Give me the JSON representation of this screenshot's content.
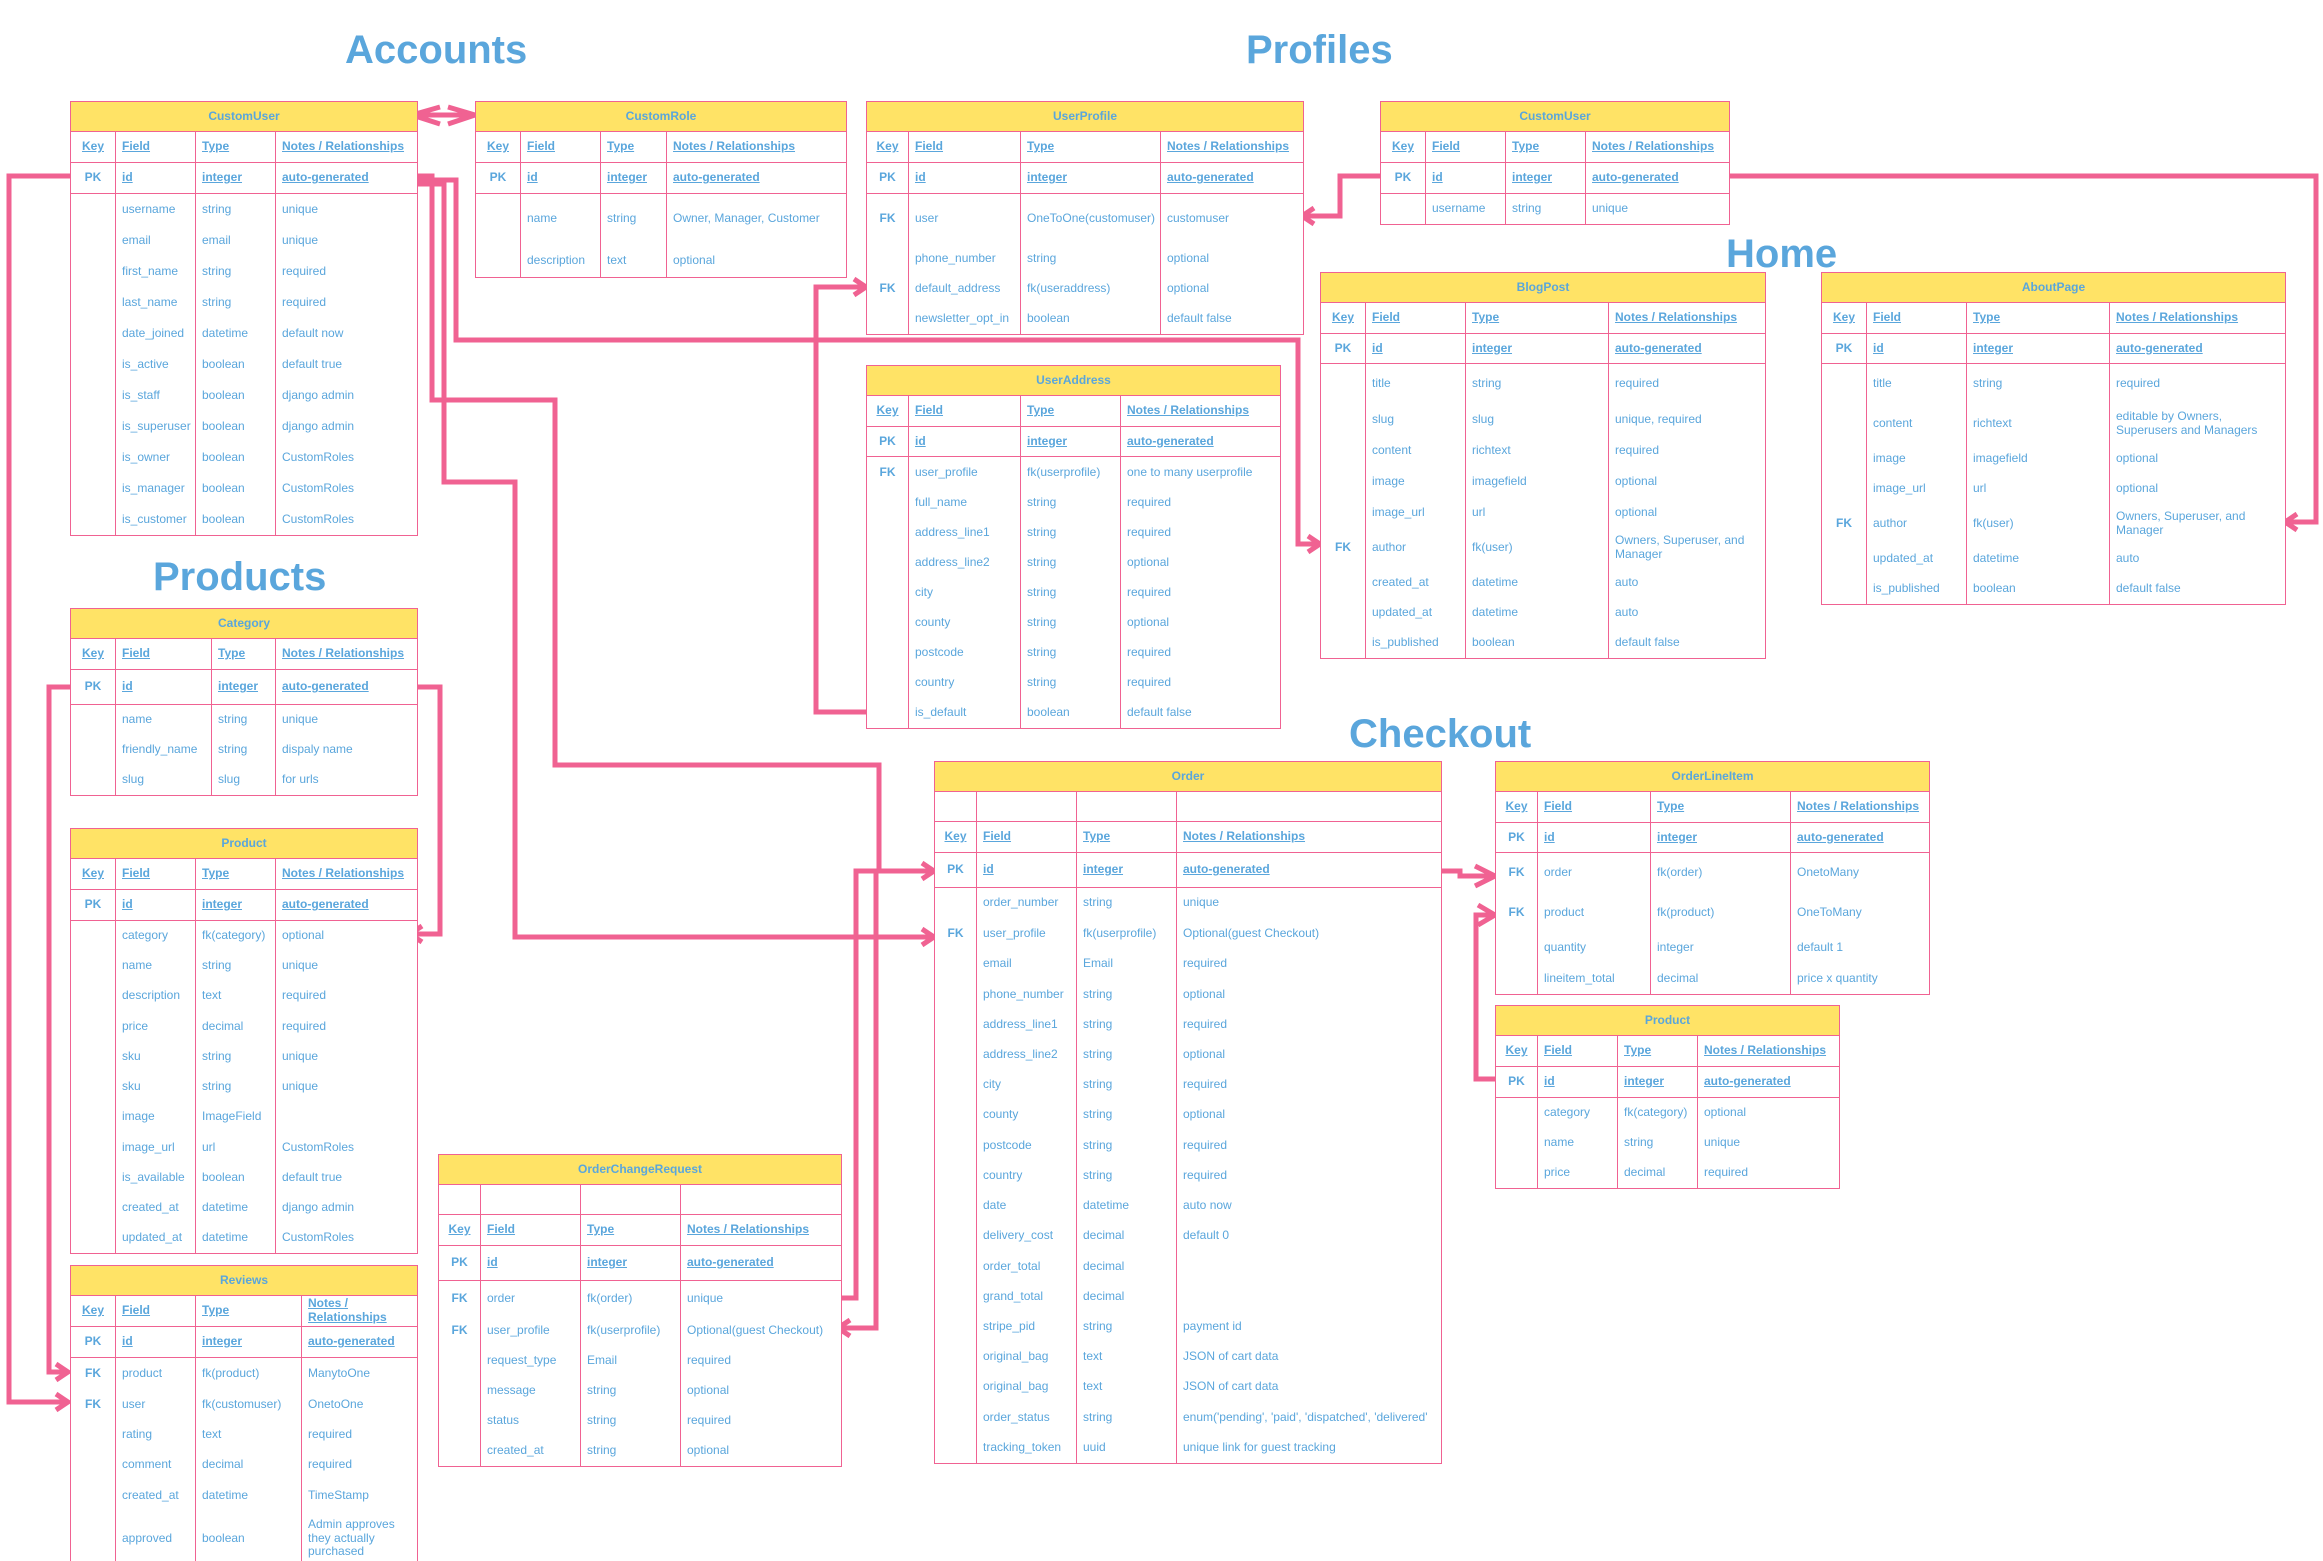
{
  "section_titles": {
    "accounts": "Accounts",
    "profiles": "Profiles",
    "home": "Home",
    "products": "Products",
    "checkout": "Checkout"
  },
  "colors": {
    "header_fill": "#ffe366",
    "border": "#f06292",
    "text": "#5aa6dc",
    "connector": "#f06292"
  },
  "column_headers": [
    "Key",
    "Field",
    "Type",
    "Notes / Relationships"
  ],
  "tables": {
    "customuser_accounts": {
      "title": "CustomUser",
      "rows": [
        [
          "PK",
          "id",
          "integer",
          "auto-generated"
        ],
        [
          "",
          "username",
          "string",
          "unique"
        ],
        [
          "",
          "email",
          "email",
          "unique"
        ],
        [
          "",
          "first_name",
          "string",
          "required"
        ],
        [
          "",
          "last_name",
          "string",
          "required"
        ],
        [
          "",
          "date_joined",
          "datetime",
          "default now"
        ],
        [
          "",
          "is_active",
          "boolean",
          "default true"
        ],
        [
          "",
          "is_staff",
          "boolean",
          "django admin"
        ],
        [
          "",
          "is_superuser",
          "boolean",
          "django admin"
        ],
        [
          "",
          "is_owner",
          "boolean",
          "CustomRoles"
        ],
        [
          "",
          "is_manager",
          "boolean",
          "CustomRoles"
        ],
        [
          "",
          "is_customer",
          "boolean",
          "CustomRoles"
        ]
      ]
    },
    "customrole": {
      "title": "CustomRole",
      "rows": [
        [
          "PK",
          "id",
          "integer",
          "auto-generated"
        ],
        [
          "",
          "name",
          "string",
          "Owner, Manager, Customer"
        ],
        [
          "",
          "description",
          "text",
          "optional"
        ]
      ]
    },
    "userprofile": {
      "title": "UserProfile",
      "rows": [
        [
          "PK",
          "id",
          "integer",
          "auto-generated"
        ],
        [
          "FK",
          "user",
          "OneToOne(customuser)",
          "customuser"
        ],
        [
          "",
          "phone_number",
          "string",
          "optional"
        ],
        [
          "FK",
          "default_address",
          "fk(useraddress)",
          "optional"
        ],
        [
          "",
          "newsletter_opt_in",
          "boolean",
          "default false"
        ]
      ]
    },
    "customuser_profiles": {
      "title": "CustomUser",
      "rows": [
        [
          "PK",
          "id",
          "integer",
          "auto-generated"
        ],
        [
          "",
          "username",
          "string",
          "unique"
        ]
      ]
    },
    "useraddress": {
      "title": "UserAddress",
      "rows": [
        [
          "PK",
          "id",
          "integer",
          "auto-generated"
        ],
        [
          "FK",
          "user_profile",
          "fk(userprofile)",
          "one to many userprofile"
        ],
        [
          "",
          "full_name",
          "string",
          "required"
        ],
        [
          "",
          "address_line1",
          "string",
          "required"
        ],
        [
          "",
          "address_line2",
          "string",
          "optional"
        ],
        [
          "",
          "city",
          "string",
          "required"
        ],
        [
          "",
          "county",
          "string",
          "optional"
        ],
        [
          "",
          "postcode",
          "string",
          "required"
        ],
        [
          "",
          "country",
          "string",
          "required"
        ],
        [
          "",
          "is_default",
          "boolean",
          "default false"
        ]
      ]
    },
    "blogpost": {
      "title": "BlogPost",
      "rows": [
        [
          "PK",
          "id",
          "integer",
          "auto-generated"
        ],
        [
          "",
          "title",
          "string",
          "required"
        ],
        [
          "",
          "slug",
          "slug",
          "unique, required"
        ],
        [
          "",
          "content",
          "richtext",
          "required"
        ],
        [
          "",
          "image",
          "imagefield",
          "optional"
        ],
        [
          "",
          "image_url",
          "url",
          "optional"
        ],
        [
          "FK",
          "author",
          "fk(user)",
          "Owners, Superuser, and Manager"
        ],
        [
          "",
          "created_at",
          "datetime",
          "auto"
        ],
        [
          "",
          "updated_at",
          "datetime",
          "auto"
        ],
        [
          "",
          "is_published",
          "boolean",
          "default false"
        ]
      ]
    },
    "aboutpage": {
      "title": "AboutPage",
      "rows": [
        [
          "PK",
          "id",
          "integer",
          "auto-generated"
        ],
        [
          "",
          "title",
          "string",
          "required"
        ],
        [
          "",
          "content",
          "richtext",
          "editable by Owners, Superusers and Managers"
        ],
        [
          "",
          "image",
          "imagefield",
          "optional"
        ],
        [
          "",
          "image_url",
          "url",
          "optional"
        ],
        [
          "FK",
          "author",
          "fk(user)",
          "Owners, Superuser, and Manager"
        ],
        [
          "",
          "updated_at",
          "datetime",
          "auto"
        ],
        [
          "",
          "is_published",
          "boolean",
          "default false"
        ]
      ]
    },
    "category": {
      "title": "Category",
      "rows": [
        [
          "PK",
          "id",
          "integer",
          "auto-generated"
        ],
        [
          "",
          "name",
          "string",
          "unique"
        ],
        [
          "",
          "friendly_name",
          "string",
          "dispaly name"
        ],
        [
          "",
          "slug",
          "slug",
          "for urls"
        ]
      ]
    },
    "product_products": {
      "title": "Product",
      "rows": [
        [
          "PK",
          "id",
          "integer",
          "auto-generated"
        ],
        [
          "",
          "category",
          "fk(category)",
          "optional"
        ],
        [
          "",
          "name",
          "string",
          "unique"
        ],
        [
          "",
          "description",
          "text",
          "required"
        ],
        [
          "",
          "price",
          "decimal",
          "required"
        ],
        [
          "",
          "sku",
          "string",
          "unique"
        ],
        [
          "",
          "sku",
          "string",
          "unique"
        ],
        [
          "",
          "image",
          "ImageField",
          ""
        ],
        [
          "",
          "image_url",
          "url",
          "CustomRoles"
        ],
        [
          "",
          "is_available",
          "boolean",
          "default true"
        ],
        [
          "",
          "created_at",
          "datetime",
          "django admin"
        ],
        [
          "",
          "updated_at",
          "datetime",
          "CustomRoles"
        ]
      ]
    },
    "reviews": {
      "title": "Reviews",
      "rows": [
        [
          "PK",
          "id",
          "integer",
          "auto-generated"
        ],
        [
          "FK",
          "product",
          "fk(product)",
          "ManytoOne"
        ],
        [
          "FK",
          "user",
          "fk(customuser)",
          "OnetoOne"
        ],
        [
          "",
          "rating",
          "text",
          "required"
        ],
        [
          "",
          "comment",
          "decimal",
          "required"
        ],
        [
          "",
          "created_at",
          "datetime",
          "TimeStamp"
        ],
        [
          "",
          "approved",
          "boolean",
          "Admin approves they actually purchased"
        ]
      ]
    },
    "orderchangerequest": {
      "title": "OrderChangeRequest",
      "rows": [
        [
          "PK",
          "id",
          "integer",
          "auto-generated"
        ],
        [
          "FK",
          "order",
          "fk(order)",
          "unique"
        ],
        [
          "FK",
          "user_profile",
          "fk(userprofile)",
          "Optional(guest Checkout)"
        ],
        [
          "",
          "request_type",
          "Email",
          "required"
        ],
        [
          "",
          "message",
          "string",
          "optional"
        ],
        [
          "",
          "status",
          "string",
          "required"
        ],
        [
          "",
          "created_at",
          "string",
          "optional"
        ]
      ]
    },
    "order": {
      "title": "Order",
      "rows": [
        [
          "PK",
          "id",
          "integer",
          "auto-generated"
        ],
        [
          "",
          "order_number",
          "string",
          "unique"
        ],
        [
          "FK",
          "user_profile",
          "fk(userprofile)",
          "Optional(guest Checkout)"
        ],
        [
          "",
          "email",
          "Email",
          "required"
        ],
        [
          "",
          "phone_number",
          "string",
          "optional"
        ],
        [
          "",
          "address_line1",
          "string",
          "required"
        ],
        [
          "",
          "address_line2",
          "string",
          "optional"
        ],
        [
          "",
          "city",
          "string",
          "required"
        ],
        [
          "",
          "county",
          "string",
          "optional"
        ],
        [
          "",
          "postcode",
          "string",
          "required"
        ],
        [
          "",
          "country",
          "string",
          "required"
        ],
        [
          "",
          "date",
          "datetime",
          "auto now"
        ],
        [
          "",
          "delivery_cost",
          "decimal",
          "default 0"
        ],
        [
          "",
          "order_total",
          "decimal",
          ""
        ],
        [
          "",
          "grand_total",
          "decimal",
          ""
        ],
        [
          "",
          "stripe_pid",
          "string",
          "payment id"
        ],
        [
          "",
          "original_bag",
          "text",
          "JSON of cart data"
        ],
        [
          "",
          "original_bag",
          "text",
          "JSON of cart data"
        ],
        [
          "",
          "order_status",
          "string",
          "enum('pending', 'paid', 'dispatched', 'delivered'"
        ],
        [
          "",
          "tracking_token",
          "uuid",
          "unique link for guest tracking"
        ]
      ]
    },
    "orderlineitem": {
      "title": "OrderLineItem",
      "rows": [
        [
          "PK",
          "id",
          "integer",
          "auto-generated"
        ],
        [
          "FK",
          "order",
          "fk(order)",
          "OnetoMany"
        ],
        [
          "FK",
          "product",
          "fk(product)",
          "OneToMany"
        ],
        [
          "",
          "quantity",
          "integer",
          "default 1"
        ],
        [
          "",
          "lineitem_total",
          "decimal",
          "price x quantity"
        ]
      ]
    },
    "product_checkout": {
      "title": "Product",
      "rows": [
        [
          "PK",
          "id",
          "integer",
          "auto-generated"
        ],
        [
          "",
          "category",
          "fk(category)",
          "optional"
        ],
        [
          "",
          "name",
          "string",
          "unique"
        ],
        [
          "",
          "price",
          "decimal",
          "required"
        ]
      ]
    }
  }
}
